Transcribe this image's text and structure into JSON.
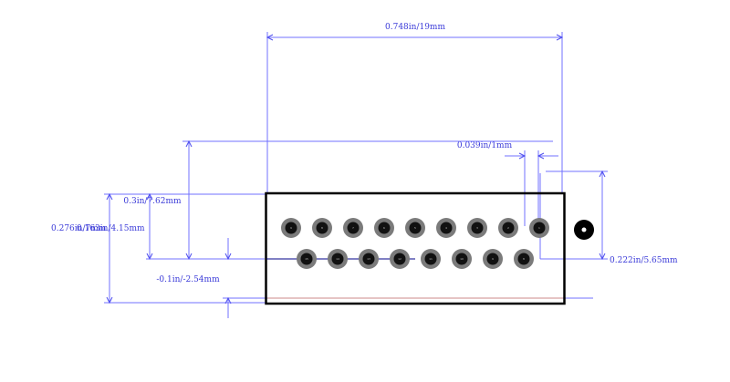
{
  "dimensions": {
    "width": "0.748in/19mm",
    "pad_diameter": "0.039in/1mm",
    "row_spacing": "0.3in/7.62mm",
    "height_a": "0.276in/7mm",
    "height_b": "0.163in/4.15mm",
    "offset": "-0.1in/-2.54mm",
    "right_offset": "0.222in/5.65mm"
  },
  "colors": {
    "dimension": "#7070ff",
    "outline": "#000000",
    "pad": "#7b7b7b",
    "hole": "#111111"
  },
  "pins": {
    "top_row": [
      "9",
      "8",
      "7",
      "6",
      "5",
      "4",
      "3",
      "2",
      "1"
    ],
    "bottom_row": [
      "15",
      "14",
      "13",
      "12",
      "11",
      "10",
      "9",
      "8"
    ]
  }
}
